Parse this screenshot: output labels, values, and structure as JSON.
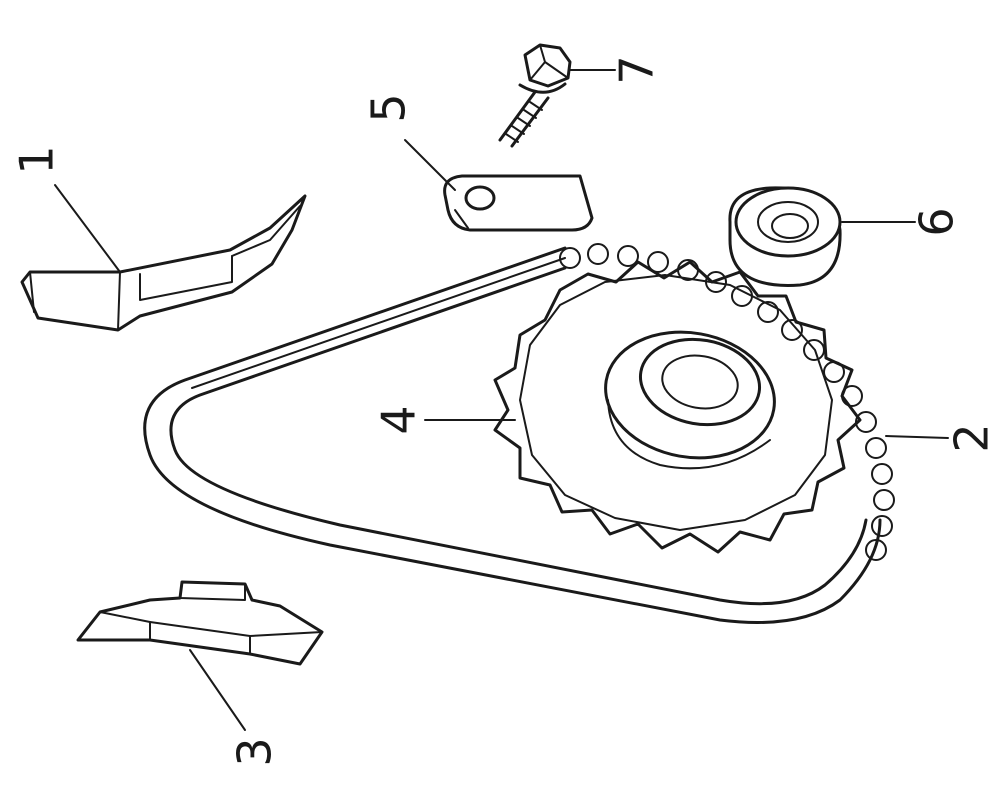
{
  "labels": {
    "part1": "1",
    "part2": "2",
    "part3": "3",
    "part4": "4",
    "part5": "5",
    "part6": "6",
    "part7": "7"
  }
}
